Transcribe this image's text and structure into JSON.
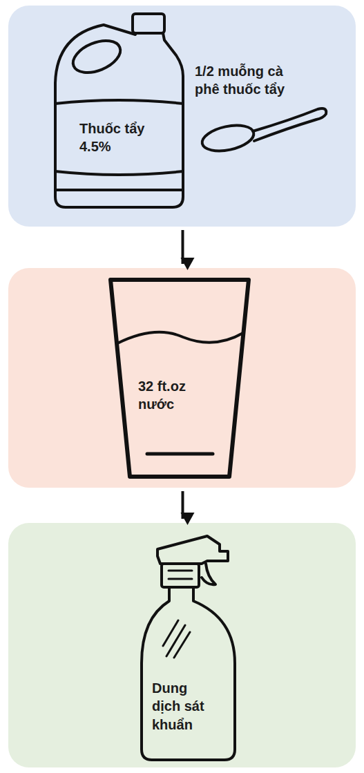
{
  "diagram": {
    "nodes": [
      {
        "text": [
          "Thuốc tẩy 4.5%",
          "1/2 muỗng cà phê thuốc tẩy"
        ]
      },
      {
        "text": [
          "32 ft.oz nước"
        ]
      },
      {
        "text": [
          "Dung dịch sát khuẩn"
        ]
      }
    ],
    "edges": [
      {
        "from": 0,
        "to": 1,
        "arrow": "to"
      },
      {
        "from": 1,
        "to": 2,
        "arrow": "to"
      }
    ]
  }
}
